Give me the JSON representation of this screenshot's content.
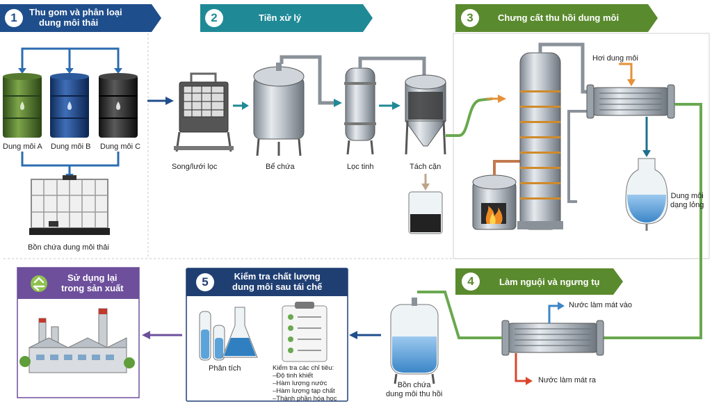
{
  "steps": [
    {
      "number": "1",
      "title_line1": "Thu gom và phân loại",
      "title_line2": "dung môi thải",
      "color": "#1f4e8c"
    },
    {
      "number": "2",
      "title": "Tiền xử lý",
      "color": "#1f8a96"
    },
    {
      "number": "3",
      "title": "Chưng cất thu hồi dung môi",
      "color": "#5a8a2e"
    },
    {
      "number": "4",
      "title": "Làm nguội và ngưng tụ",
      "color": "#5a8a2e"
    },
    {
      "number": "5",
      "title_line1": "Kiểm tra chất lượng",
      "title_line2": "dung môi sau tái chế",
      "color": "#1f3f73"
    },
    {
      "title_line1": "Sử dụng lại",
      "title_line2": "trong sản xuất",
      "color": "#6d4f9c"
    }
  ],
  "labels": {
    "drum_a": "Dung môi A",
    "drum_b": "Dung môi B",
    "drum_c": "Dung môi C",
    "waste_tank": "Bồn chứa dung môi thải",
    "screen": "Song/lưới lọc",
    "holding_tank": "Bể chứa",
    "fine_filter": "Lọc tinh",
    "sediment": "Tách cặn",
    "vapor": "Hơi dung môi",
    "liquid_solvent_l1": "Dung môi",
    "liquid_solvent_l2": "dạng lỏng",
    "cooling_in": "Nước làm mát vào",
    "cooling_out": "Nước làm mát ra",
    "recovered_tank_l1": "Bồn chứa",
    "recovered_tank_l2": "dung môi thu hồi",
    "analysis": "Phân tích",
    "criteria_title": "Kiểm tra các chỉ tiêu:",
    "criteria": [
      "–Độ tinh khiết",
      "–Hàm lượng nước",
      "–Hàm lượng tạp chất",
      "–Thành phần hóa học"
    ]
  },
  "colors": {
    "blue_arrow": "#2b6cb0",
    "teal_arrow": "#1f8a96",
    "green_pipe": "#6aa84f",
    "orange_arrow": "#e69138",
    "purple_arrow": "#6d4f9c",
    "hot_water": "#d9462b",
    "cold_water": "#3d85c6"
  },
  "icons": [
    "recycle-icon",
    "checklist-icon",
    "fire-icon",
    "factory-icon"
  ]
}
